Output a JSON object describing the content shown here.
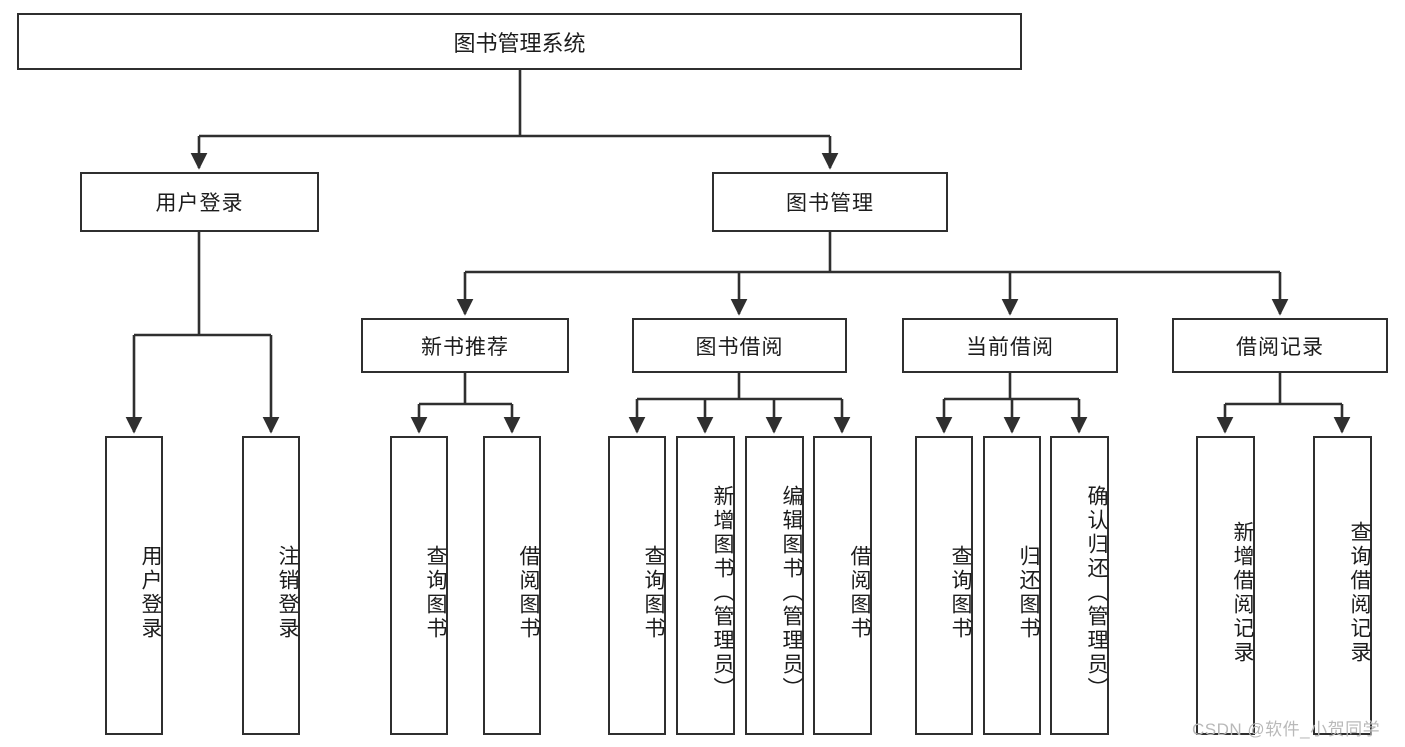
{
  "diagram": {
    "type": "tree",
    "title": "图书管理系统",
    "orientation": "top-down",
    "colors": {
      "line": "#2f2f2f",
      "box_border": "#2f2f2f",
      "box_fill": "#ffffff",
      "text": "#1c1c1c",
      "watermark": "#b9b9b9",
      "background": "#ffffff"
    },
    "levels": {
      "level1": [
        "图书管理系统"
      ],
      "level2": [
        "用户登录",
        "图书管理"
      ],
      "level3": [
        "新书推荐",
        "图书借阅",
        "当前借阅",
        "借阅记录"
      ],
      "level4": [
        "用户登录",
        "注销登录",
        "查询图书",
        "借阅图书",
        "查询图书",
        "新增图书（管理员）",
        "编辑图书（管理员）",
        "借阅图书",
        "查询图书",
        "归还图书",
        "确认归还（管理员）",
        "新增借阅记录",
        "查询借阅记录"
      ]
    }
  },
  "root": {
    "label": "图书管理系统"
  },
  "branches": [
    {
      "id": "user-login",
      "label": "用户登录",
      "children": [
        {
          "id": "leaf-user-login",
          "label": "用户登录"
        },
        {
          "id": "leaf-user-logout",
          "label": "注销登录"
        }
      ]
    },
    {
      "id": "book-management",
      "label": "图书管理",
      "children": [
        {
          "id": "new-book-recommend",
          "label": "新书推荐",
          "children": [
            {
              "id": "leaf-query-book-1",
              "label": "查询图书"
            },
            {
              "id": "leaf-borrow-book-1",
              "label": "借阅图书"
            }
          ]
        },
        {
          "id": "book-borrow",
          "label": "图书借阅",
          "children": [
            {
              "id": "leaf-query-book-2",
              "label": "查询图书"
            },
            {
              "id": "leaf-add-book",
              "label": "新增图书（管理员）"
            },
            {
              "id": "leaf-edit-book",
              "label": "编辑图书（管理员）"
            },
            {
              "id": "leaf-borrow-book-2",
              "label": "借阅图书"
            }
          ]
        },
        {
          "id": "current-borrow",
          "label": "当前借阅",
          "children": [
            {
              "id": "leaf-query-book-3",
              "label": "查询图书"
            },
            {
              "id": "leaf-return-book",
              "label": "归还图书"
            },
            {
              "id": "leaf-confirm-return",
              "label": "确认归还（管理员）"
            }
          ]
        },
        {
          "id": "borrow-record",
          "label": "借阅记录",
          "children": [
            {
              "id": "leaf-add-record",
              "label": "新增借阅记录"
            },
            {
              "id": "leaf-query-record",
              "label": "查询借阅记录"
            }
          ]
        }
      ]
    }
  ],
  "watermark": {
    "text": "CSDN @软件_小贺同学"
  }
}
